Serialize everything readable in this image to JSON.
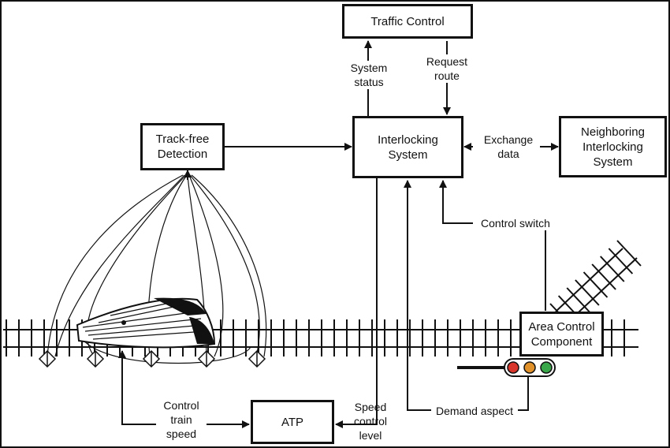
{
  "boxes": {
    "traffic_control": "Traffic Control",
    "track_free": "Track-free\nDetection",
    "interlocking": "Interlocking\nSystem",
    "neighboring": "Neighboring\nInterlocking\nSystem",
    "area_control": "Area Control\nComponent",
    "atp": "ATP"
  },
  "labels": {
    "system_status": "System\nstatus",
    "request_route": "Request\nroute",
    "exchange_data": "Exchange\ndata",
    "control_switch": "Control switch",
    "demand_aspect": "Demand aspect",
    "speed_control_level": "Speed\ncontrol\nlevel",
    "control_train_speed": "Control\ntrain\nspeed"
  },
  "signal_colors": [
    "#d9362b",
    "#e0912a",
    "#3aa64a"
  ],
  "colors": {
    "line": "#111111",
    "background": "#ffffff"
  }
}
